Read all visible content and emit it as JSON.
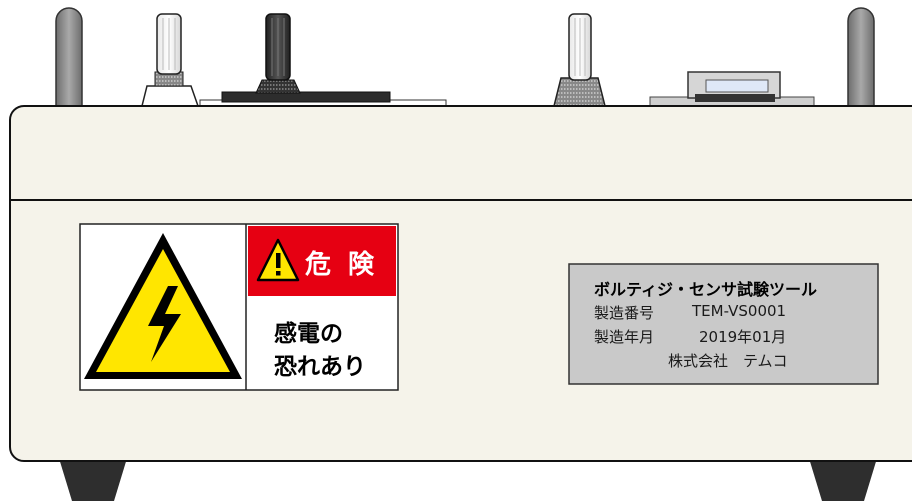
{
  "warning_label": {
    "header": "危 険",
    "line1": "感電の",
    "line2": "恐れあり"
  },
  "nameplate": {
    "title": "ボルティジ・センサ試験ツール",
    "serial_label": "製造番号",
    "serial_value": "TEM-VS0001",
    "date_label": "製造年月",
    "date_value": "2019年01月",
    "maker": "株式会社　テムコ"
  }
}
